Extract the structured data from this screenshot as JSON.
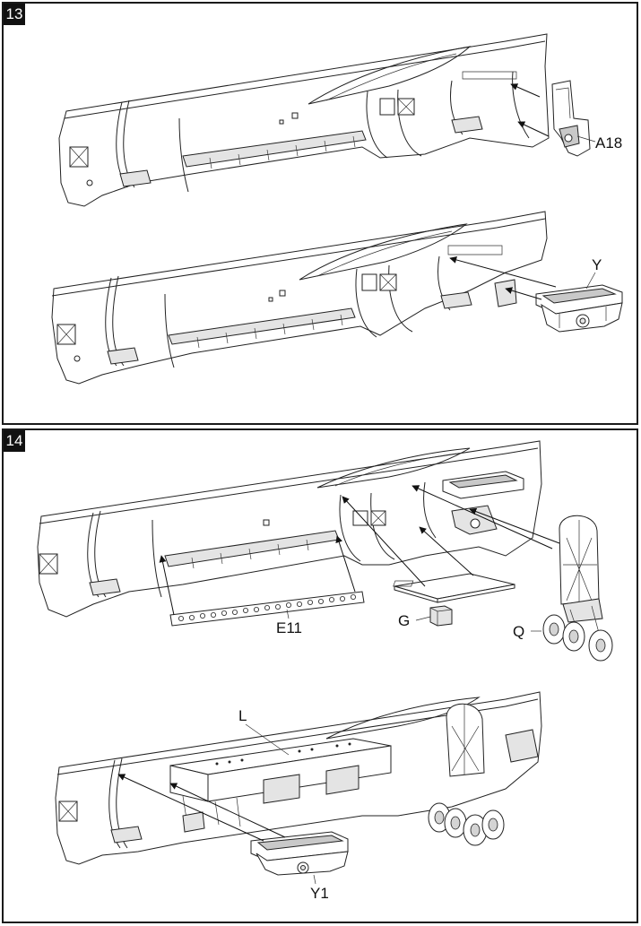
{
  "steps": [
    {
      "number": "13",
      "callouts": {
        "part_a": "A18",
        "part_b": "Y"
      }
    },
    {
      "number": "14",
      "callouts": {
        "part_a": "E11",
        "part_b": "G",
        "part_c": "Q",
        "part_d": "L",
        "part_e": "Y1"
      }
    }
  ]
}
